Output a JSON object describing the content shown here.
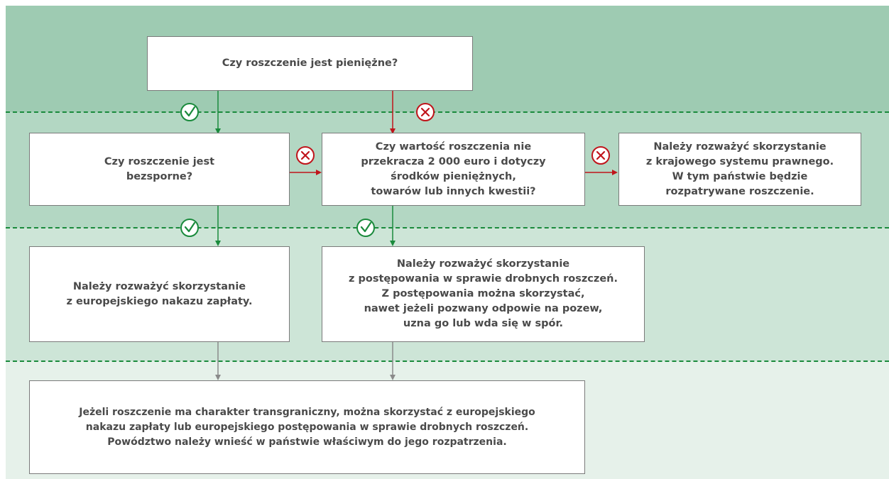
{
  "boxes": {
    "q1": "Czy roszczenie jest pieniężne?",
    "q2": "Czy roszczenie jest\nbezsporne?",
    "q3": "Czy wartość roszczenia nie\nprzekracza 2 000 euro i dotyczy\nśrodków pieniężnych,\ntowarów lub innych kwestii?",
    "national": "Należy rozważyć skorzystanie\nz krajowego systemu prawnego.\nW tym państwie będzie\nrozpatrywane roszczenie.",
    "order": "Należy rozważyć skorzystanie\nz europejskiego nakazu zapłaty.",
    "small_claims": "Należy rozważyć skorzystanie\nz postępowania w sprawie drobnych roszczeń.\nZ postępowania można skorzystać,\nnawet jeżeli pozwany odpowie na pozew,\nuzna go lub wda się w spór.",
    "cross_border": "Jeżeli roszczenie ma charakter transgraniczny, można skorzystać z europejskiego\nnakazu zapłaty lub europejskiego postępowania w sprawie drobnych roszczeń.\nPowództwo należy wnieść w państwie właściwym do jego rozpatrzenia."
  },
  "icons": {
    "yes": "check-circle-icon",
    "no": "cross-circle-icon"
  },
  "colors": {
    "yes": "#1a8a3c",
    "no": "#c0141b",
    "neutral": "#8a8a8a",
    "band_1": "#9ecbb2",
    "band_2": "#b3d7c3",
    "band_3": "#cde5d7",
    "band_4": "#e6f1ea"
  }
}
